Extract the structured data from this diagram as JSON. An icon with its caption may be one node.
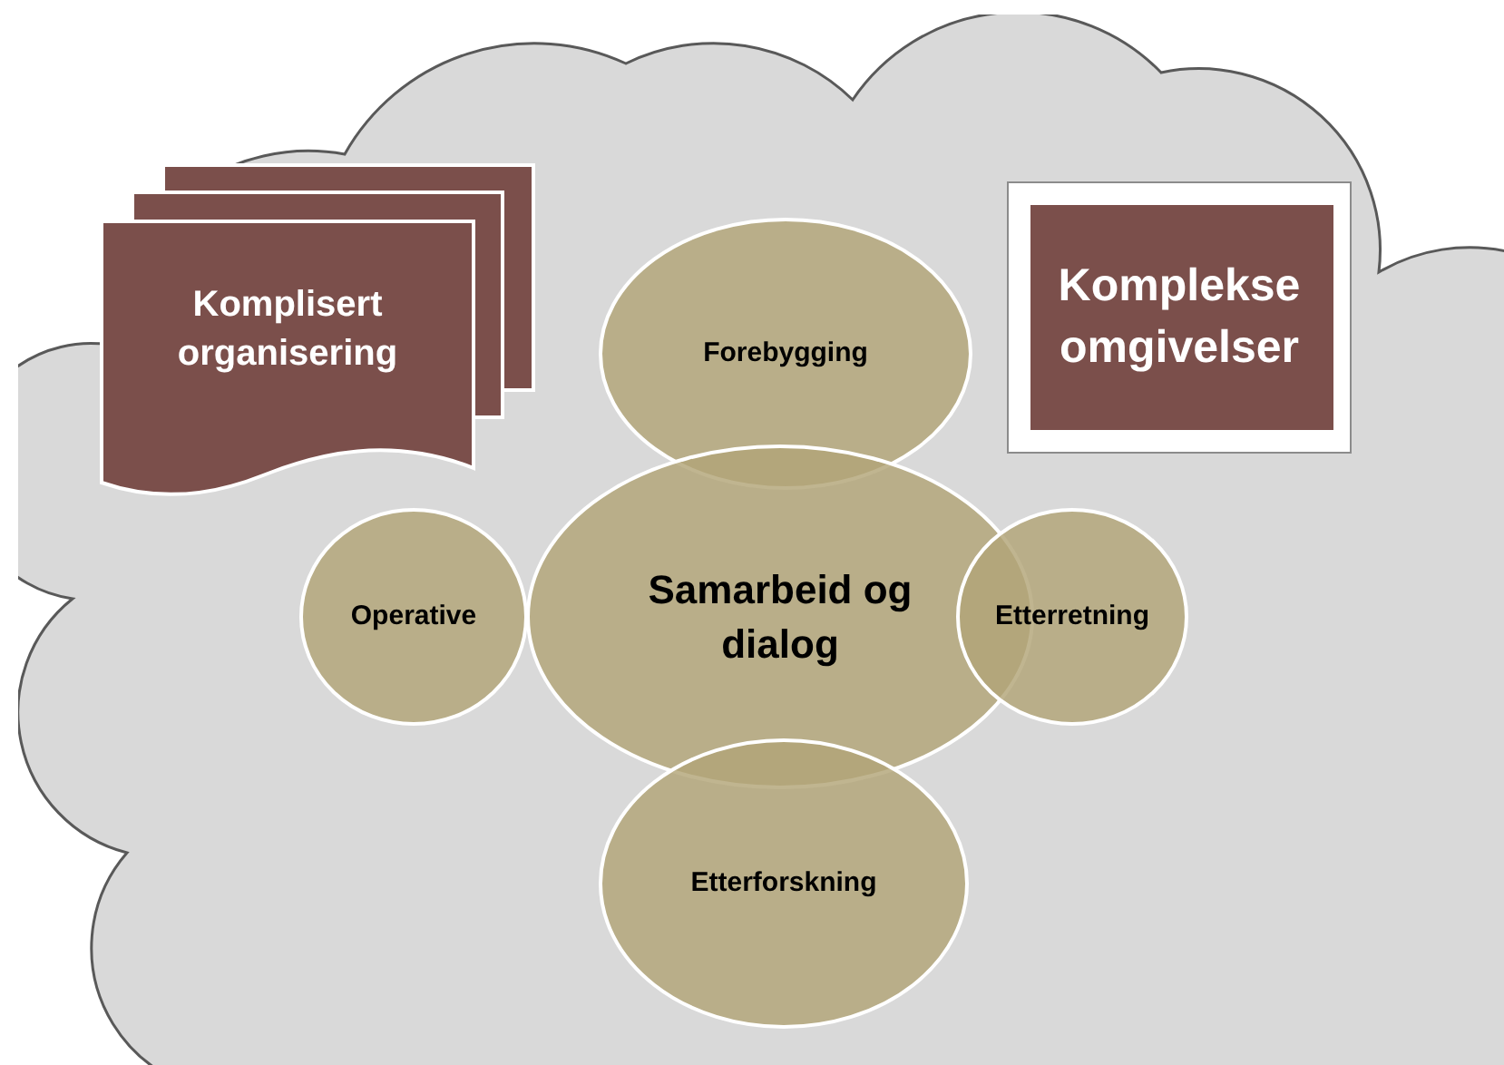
{
  "diagram": {
    "nodes": [
      {
        "text": [],
        "shape": "cloud"
      },
      {
        "text": [
          "Komplisert organisering"
        ],
        "in": 0
      },
      {
        "text": [
          "Komplekse omgivelser"
        ],
        "in": 0
      },
      {
        "text": [
          "Forebygging"
        ],
        "in": 0
      },
      {
        "text": [
          "Samarbeid og dialog"
        ],
        "in": 0
      },
      {
        "text": [
          "Operative"
        ],
        "in": 0
      },
      {
        "text": [
          "Etterretning"
        ],
        "in": 0
      },
      {
        "text": [
          "Etterforskning"
        ],
        "in": 0
      }
    ]
  }
}
